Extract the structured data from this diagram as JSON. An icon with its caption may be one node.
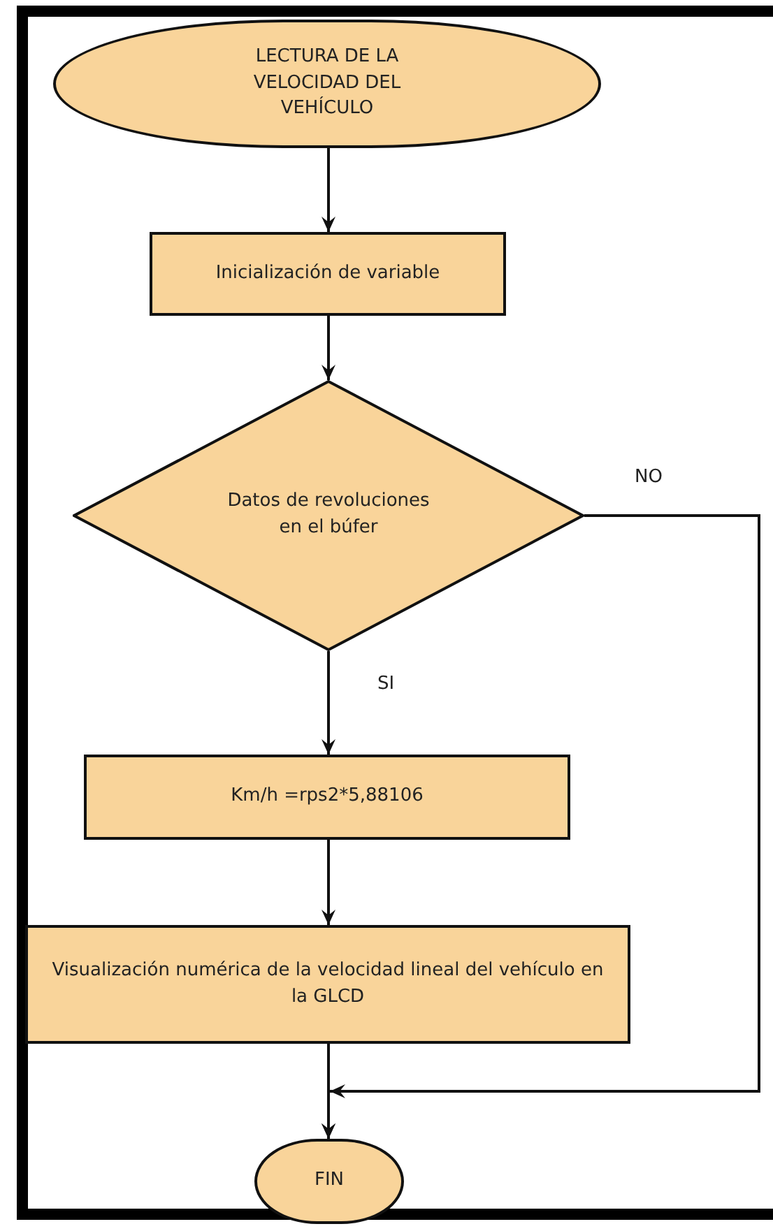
{
  "diagram": {
    "nodes": [
      {
        "text": [
          "LECTURA DE LA VELOCIDAD DEL VEHÍCULO"
        ]
      },
      {
        "text": [
          "Inicialización de variable"
        ]
      },
      {
        "text": [
          "Datos de revoluciones en el búfer"
        ]
      },
      {
        "text": [
          "Km/h =rps2*5,88106"
        ]
      },
      {
        "text": [
          "Visualización numérica de la velocidad lineal del vehículo en la GLCD"
        ]
      },
      {
        "text": [
          "FIN"
        ]
      }
    ],
    "edges": [
      {
        "from": 0,
        "to": 1,
        "arrow": "to"
      },
      {
        "from": 1,
        "to": 2,
        "arrow": "to"
      },
      {
        "from": 2,
        "to": 3,
        "arrow": "to",
        "label": "SI"
      },
      {
        "from": 3,
        "to": 4,
        "arrow": "to"
      },
      {
        "from": 4,
        "to": 5,
        "arrow": "to"
      },
      {
        "from": 2,
        "to": 5,
        "arrow": "to",
        "label": "NO"
      }
    ]
  }
}
